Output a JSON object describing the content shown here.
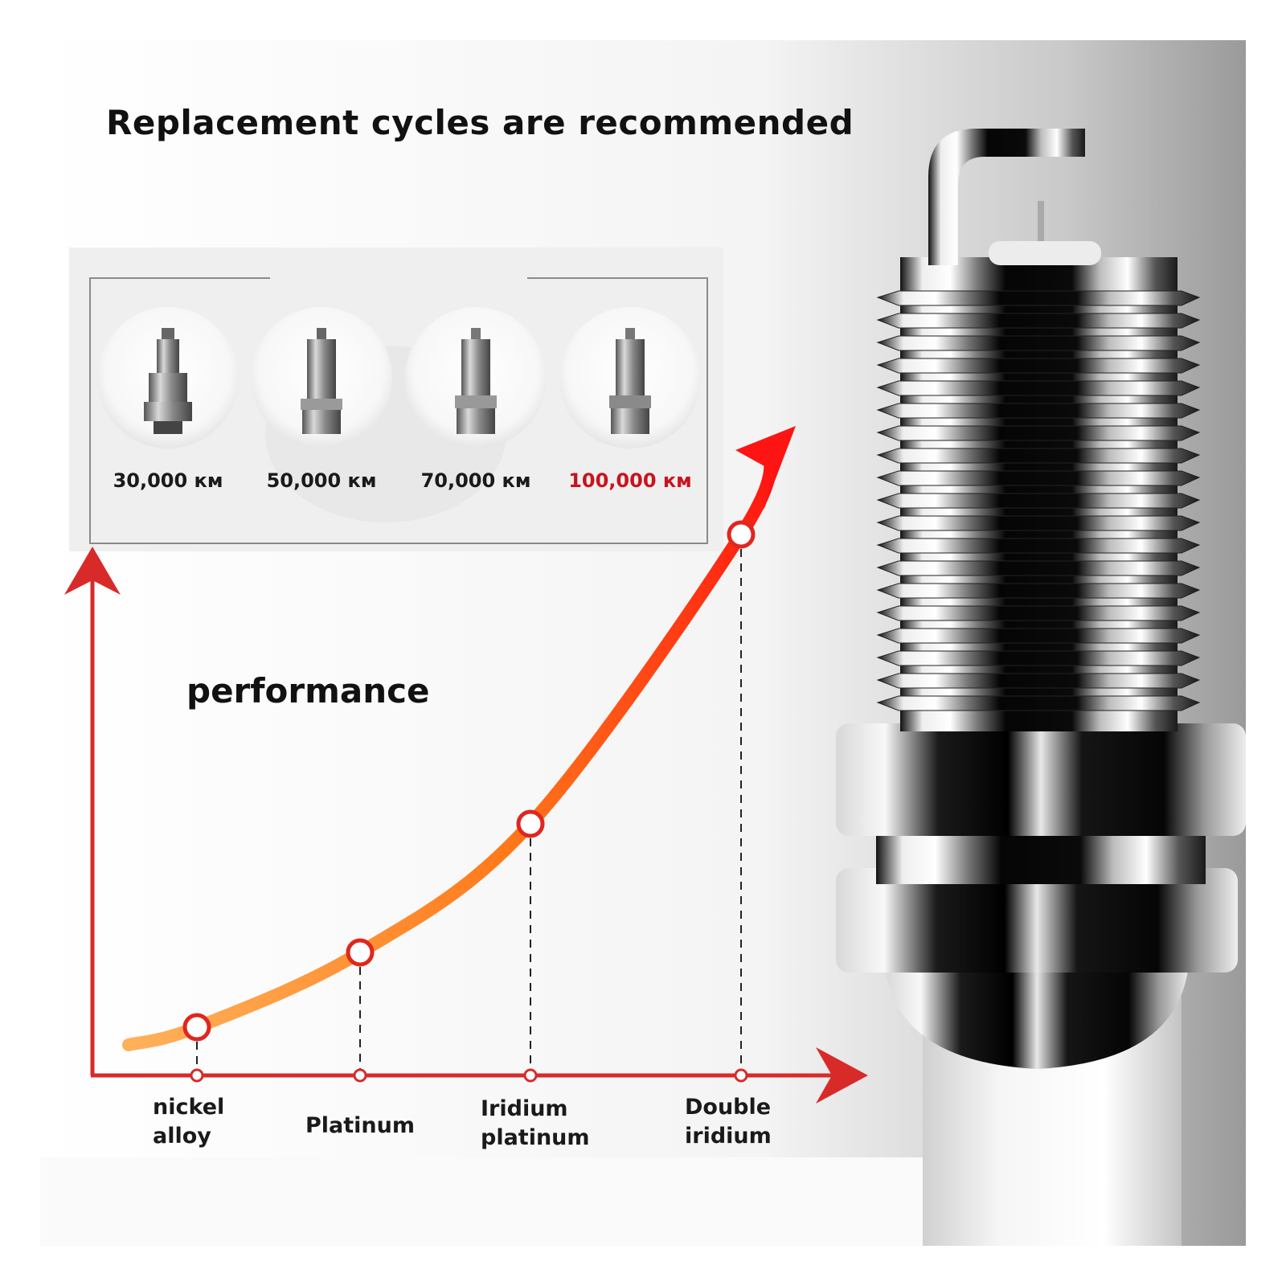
{
  "headline": "Replacement cycles are recommended",
  "colors": {
    "arrow": "#d92a2a",
    "curve_start": "#ff9a2a",
    "curve_end": "#ff1a1a",
    "highlight_text": "#c8141e",
    "text": "#1a1a1a"
  },
  "chart_data": {
    "type": "line",
    "ylabel": "performance",
    "categories": [
      "nickel alloy",
      "Platinum",
      "Iridium platinum",
      "Double iridium"
    ],
    "category_lines": [
      [
        "nickel",
        "alloy"
      ],
      [
        "Platinum"
      ],
      [
        "Iridium",
        "platinum"
      ],
      [
        "Double",
        "iridium"
      ]
    ],
    "replacement_cycles": [
      "30,000 км",
      "50,000 км",
      "70,000 км",
      "100,000 км"
    ],
    "highlight_index": 3,
    "grid": false
  },
  "images": [
    "nickel-spark-plug",
    "platinum-spark-plug",
    "iridium-platinum-spark-plug",
    "double-iridium-spark-plug",
    "large-chrome-spark-plug"
  ]
}
